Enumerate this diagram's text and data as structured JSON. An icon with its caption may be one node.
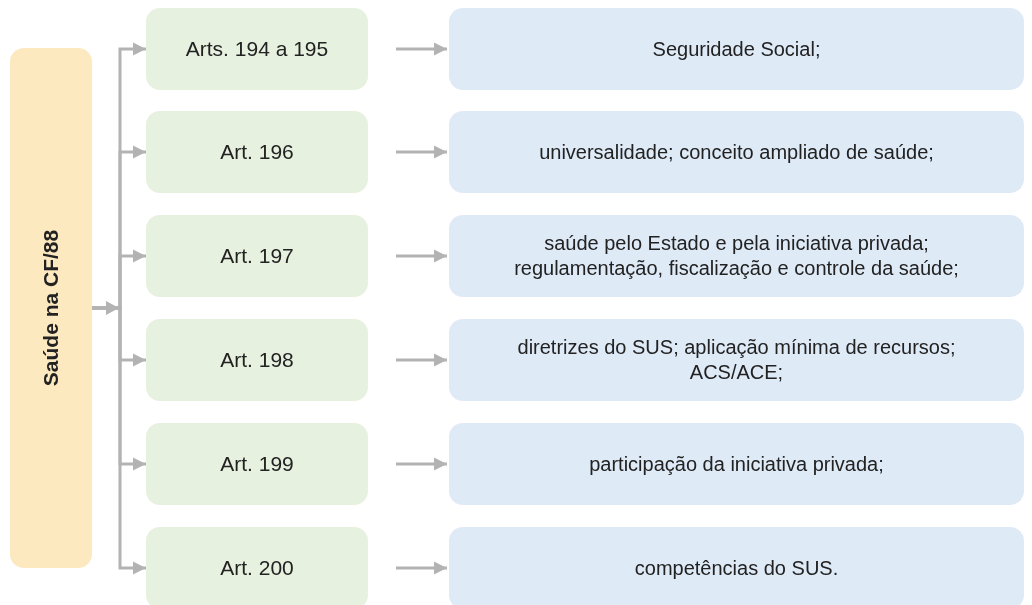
{
  "diagram": {
    "nodes": [
      {
        "text": [
          "Saúde na CF/88"
        ]
      },
      {
        "text": [
          "Arts. 194 a 195"
        ]
      },
      {
        "text": [
          "Art. 196"
        ]
      },
      {
        "text": [
          "Art. 197"
        ]
      },
      {
        "text": [
          "Art. 198"
        ]
      },
      {
        "text": [
          "Art. 199"
        ]
      },
      {
        "text": [
          "Art. 200"
        ]
      },
      {
        "text": [
          "Seguridade Social;"
        ]
      },
      {
        "text": [
          "universalidade; conceito ampliado de saúde;"
        ]
      },
      {
        "text": [
          "saúde pelo Estado e pela iniciativa privada; regulamentação, fiscalização e controle da saúde;"
        ]
      },
      {
        "text": [
          "diretrizes do SUS; aplicação mínima de recursos; ACS/ACE;"
        ]
      },
      {
        "text": [
          "participação da iniciativa privada;"
        ]
      },
      {
        "text": [
          "competências do SUS."
        ]
      }
    ],
    "edges": [
      {
        "from": 0,
        "to": 1,
        "arrow": "to"
      },
      {
        "from": 0,
        "to": 2,
        "arrow": "to"
      },
      {
        "from": 0,
        "to": 3,
        "arrow": "to"
      },
      {
        "from": 0,
        "to": 4,
        "arrow": "to"
      },
      {
        "from": 0,
        "to": 5,
        "arrow": "to"
      },
      {
        "from": 0,
        "to": 6,
        "arrow": "to"
      },
      {
        "from": 1,
        "to": 7,
        "arrow": "to"
      },
      {
        "from": 2,
        "to": 8,
        "arrow": "to"
      },
      {
        "from": 3,
        "to": 9,
        "arrow": "to"
      },
      {
        "from": 4,
        "to": 10,
        "arrow": "to"
      },
      {
        "from": 5,
        "to": 11,
        "arrow": "to"
      },
      {
        "from": 6,
        "to": 12,
        "arrow": "to"
      }
    ]
  }
}
